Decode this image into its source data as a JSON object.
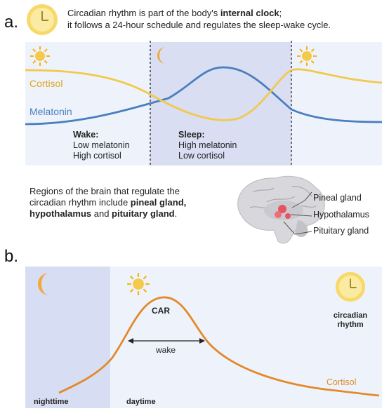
{
  "panel_a": {
    "letter": "a.",
    "intro_line1_pre": "Circadian rhythm is part of the body's ",
    "intro_line1_bold": "internal clock",
    "intro_line1_post": ";",
    "intro_line2": "it follows a 24-hour schedule and regulates the sleep-wake cycle.",
    "cortisol_label": "Cortisol",
    "melatonin_label": "Melatonin",
    "wake_title": "Wake:",
    "wake_line1": "Low melatonin",
    "wake_line2": "High cortisol",
    "sleep_title": "Sleep:",
    "sleep_line1": "High melatonin",
    "sleep_line2": "Low cortisol",
    "brain_text_1": "Regions of the brain that regulate the",
    "brain_text_2_pre": "circadian rhythm include ",
    "brain_text_2_bold": "pineal gland,",
    "brain_text_3_bold1": "hypothalamus",
    "brain_text_3_mid": " and ",
    "brain_text_3_bold2": "pituitary gland",
    "brain_text_3_post": ".",
    "brain_labels": [
      "Pineal gland",
      "Hypothalamus",
      "Pituitary gland"
    ],
    "colors": {
      "cortisol": "#f2c94c",
      "melatonin": "#4a7fbf"
    }
  },
  "panel_b": {
    "letter": "b.",
    "car_label": "CAR",
    "wake_label": "wake",
    "cortisol_label": "Cortisol",
    "clock_label_1": "circadian",
    "clock_label_2": "rhythm",
    "nighttime_label": "nighttime",
    "daytime_label": "daytime",
    "colors": {
      "curve": "#e28a2b",
      "label": "#e08a2e"
    }
  },
  "icons": [
    "clock-icon",
    "sun-icon",
    "moon-icon",
    "brain-icon"
  ]
}
